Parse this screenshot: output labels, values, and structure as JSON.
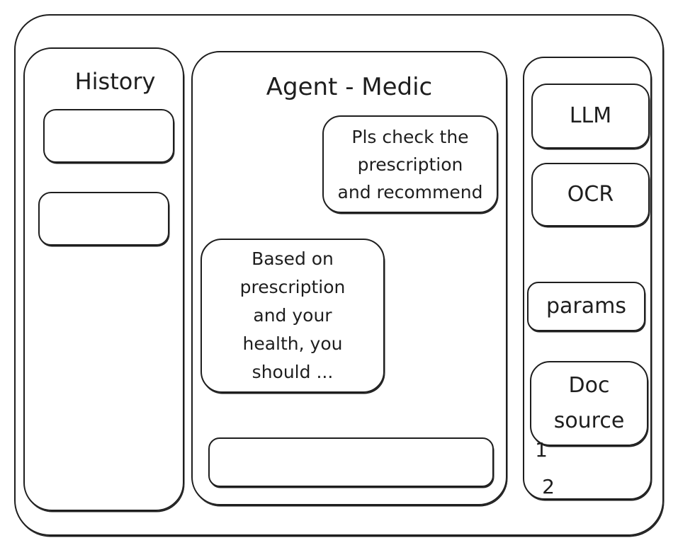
{
  "app": {
    "title": "Agent - Medic"
  },
  "history": {
    "title": "History",
    "items": [
      "",
      ""
    ]
  },
  "chat": {
    "messages": [
      {
        "role": "user",
        "text": "Pls check the\nprescription\nand recommend"
      },
      {
        "role": "agent",
        "text": "Based on\nprescription\nand your\nhealth, you\nshould ..."
      }
    ],
    "input_value": ""
  },
  "settings": {
    "llm_label": "LLM",
    "ocr_label": "OCR",
    "params_label": "params",
    "doc_source_label": "Doc\nsource",
    "doc_list": [
      "1",
      "2"
    ]
  }
}
